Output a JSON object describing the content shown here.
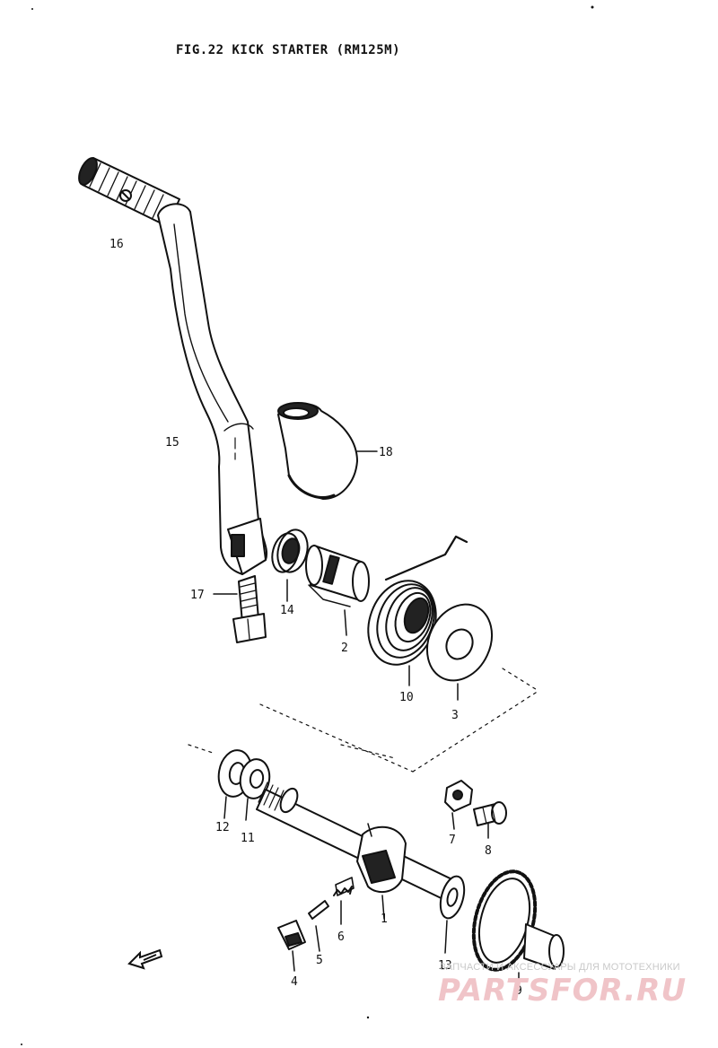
{
  "title": "FIG.22  KICK STARTER (RM125M)",
  "callouts": [
    {
      "id": "16",
      "label": "16"
    },
    {
      "id": "15",
      "label": "15"
    },
    {
      "id": "18",
      "label": "18"
    },
    {
      "id": "17",
      "label": "17"
    },
    {
      "id": "14",
      "label": "14"
    },
    {
      "id": "2",
      "label": "2"
    },
    {
      "id": "10",
      "label": "10"
    },
    {
      "id": "3",
      "label": "3"
    },
    {
      "id": "12",
      "label": "12"
    },
    {
      "id": "11",
      "label": "11"
    },
    {
      "id": "7",
      "label": "7"
    },
    {
      "id": "8",
      "label": "8"
    },
    {
      "id": "1",
      "label": "1"
    },
    {
      "id": "6",
      "label": "6"
    },
    {
      "id": "5",
      "label": "5"
    },
    {
      "id": "4",
      "label": "4"
    },
    {
      "id": "13",
      "label": "13"
    },
    {
      "id": "9",
      "label": "9"
    }
  ],
  "watermark": {
    "caption": "ЗАПЧАСТИ И АКСЕССУАРЫ ДЛЯ МОТОТЕХНИКИ",
    "brand": "PARTSFOR.RU"
  }
}
